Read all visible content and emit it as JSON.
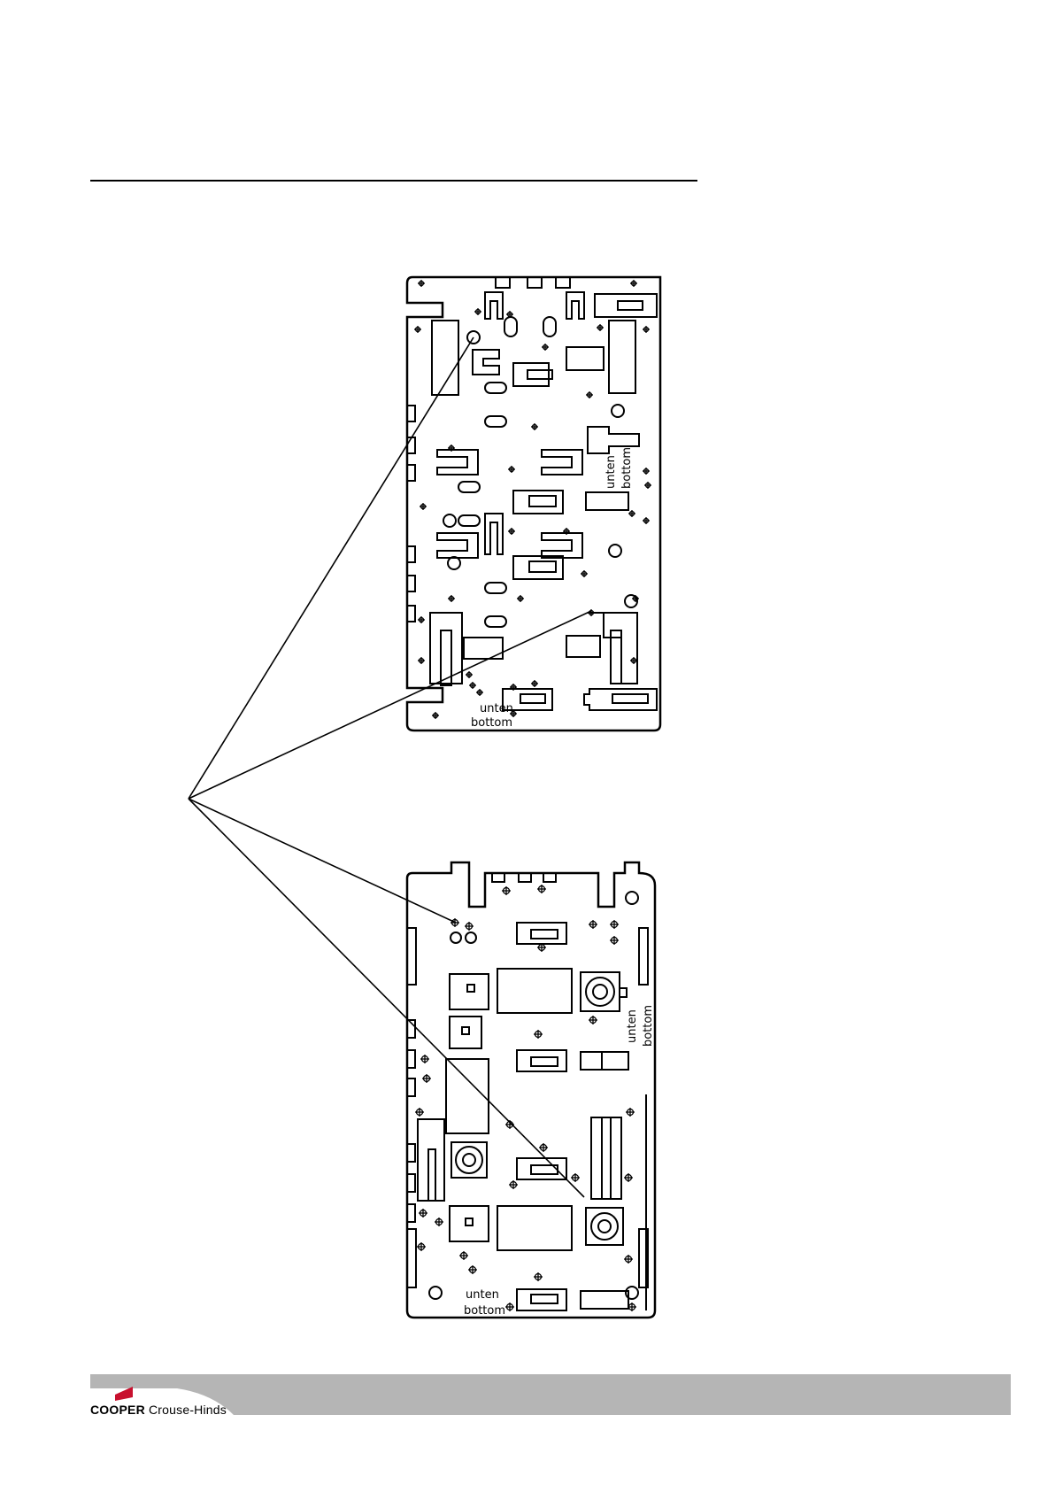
{
  "boards": {
    "top": {
      "labels": [
        "unten",
        "bottom",
        "unten",
        "bottom"
      ]
    },
    "bottom": {
      "labels": [
        "unten",
        "bottom",
        "unten",
        "bottom"
      ]
    }
  },
  "footer": {
    "brand": "COOPER",
    "sub": "Crouse-Hinds",
    "band_color": "#b5b5b5",
    "logo_color": "#c8102e"
  }
}
